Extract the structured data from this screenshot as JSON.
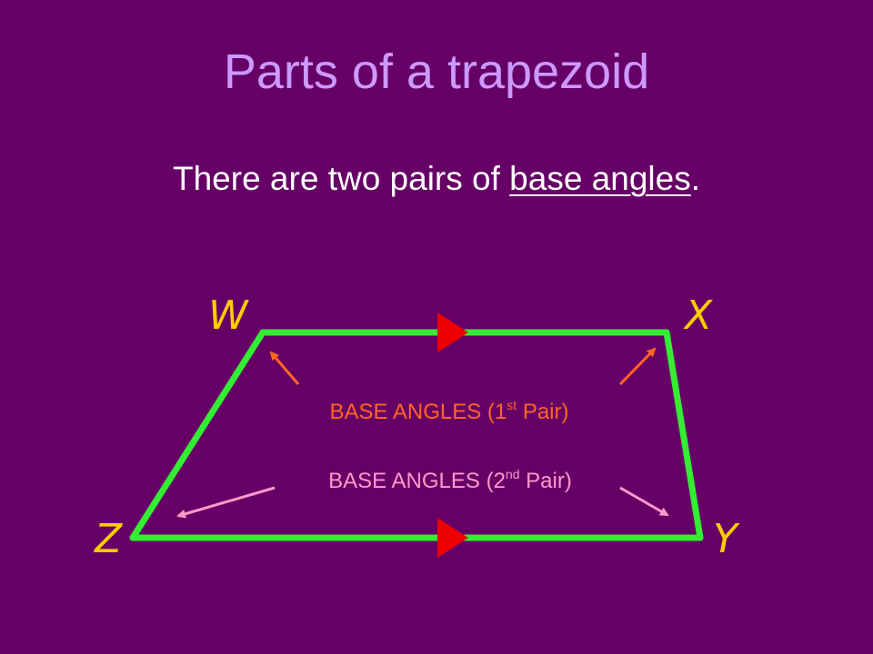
{
  "slide": {
    "title": "Parts of a trapezoid",
    "subtitle_before": "There are two pairs of ",
    "subtitle_term": "base angles",
    "subtitle_after": "."
  },
  "diagram": {
    "vertices": {
      "w": "W",
      "x": "X",
      "y": "Y",
      "z": "Z"
    },
    "first_pair": {
      "prefix": "BASE ANGLES (1",
      "sup": "st",
      "suffix": " Pair)"
    },
    "second_pair": {
      "prefix": "BASE ANGLES (2",
      "sup": "nd",
      "suffix": " Pair)"
    }
  },
  "colors": {
    "background": "#660066",
    "title": "#cc99ff",
    "subtitle": "#ffffff",
    "trapezoid_sides": "#33ee33",
    "parallel_markers": "#ee0000",
    "vertex_labels": "#ffcc00",
    "first_pair": "#ff6622",
    "second_pair": "#ff99cc"
  }
}
